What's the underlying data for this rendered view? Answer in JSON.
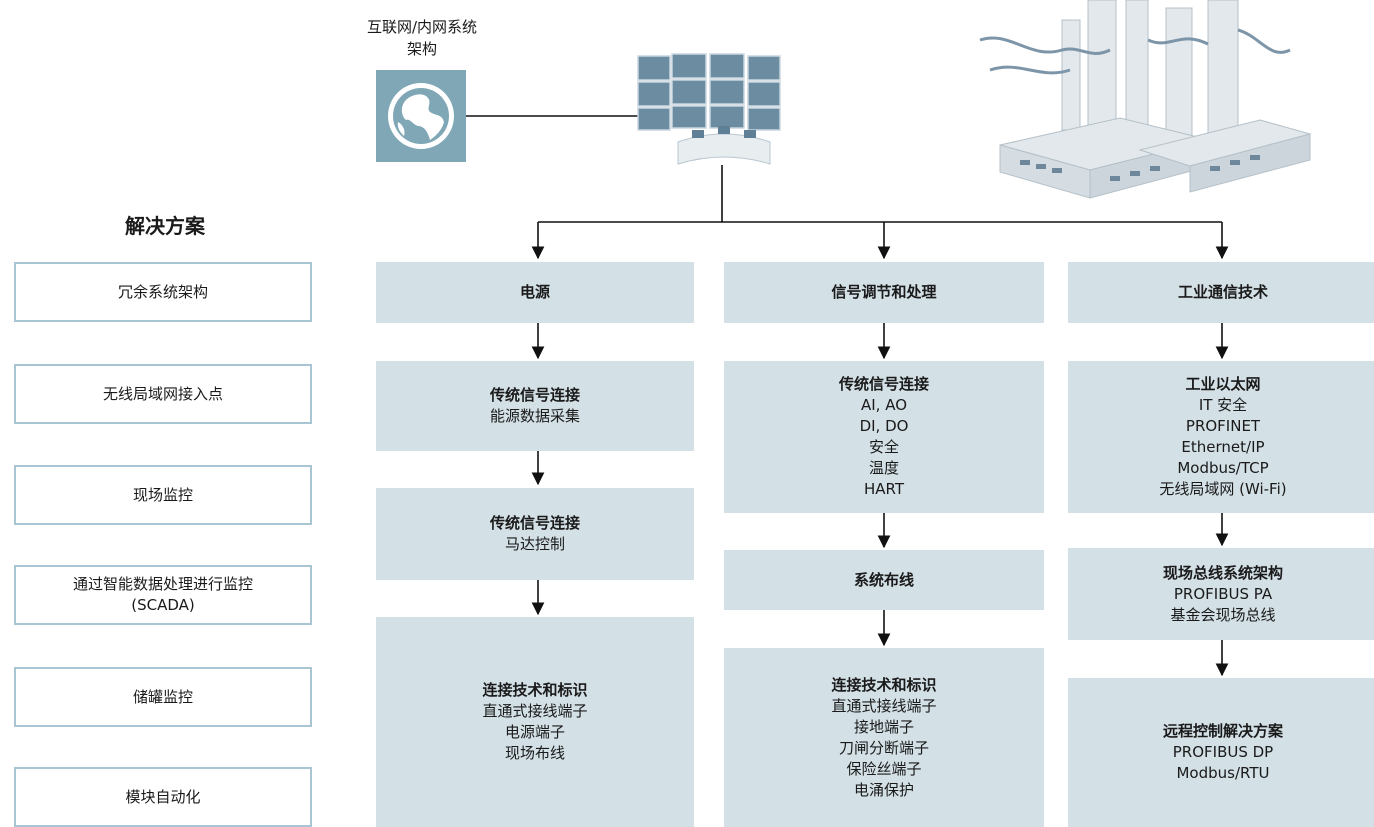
{
  "network": {
    "label_line1": "互联网/内网系统",
    "label_line2": "架构"
  },
  "solutions": {
    "title": "解决方案",
    "items": [
      {
        "line1": "冗余系统架构"
      },
      {
        "line1": "无线局域网接入点"
      },
      {
        "line1": "现场监控"
      },
      {
        "line1": "通过智能数据处理进行监控",
        "line2": "(SCADA)"
      },
      {
        "line1": "储罐监控"
      },
      {
        "line1": "模块自动化"
      }
    ]
  },
  "columns": [
    {
      "header": "电源",
      "boxes": [
        {
          "title": "传统信号连接",
          "lines": [
            "能源数据采集"
          ]
        },
        {
          "title": "传统信号连接",
          "lines": [
            "马达控制"
          ]
        },
        {
          "title": "连接技术和标识",
          "lines": [
            "直通式接线端子",
            "电源端子",
            "现场布线"
          ]
        }
      ]
    },
    {
      "header": "信号调节和处理",
      "boxes": [
        {
          "title": "传统信号连接",
          "lines": [
            "AI, AO",
            "DI, DO",
            "安全",
            "温度",
            "HART"
          ]
        },
        {
          "title": "系统布线",
          "lines": []
        },
        {
          "title": "连接技术和标识",
          "lines": [
            "直通式接线端子",
            "接地端子",
            "刀闸分断端子",
            "保险丝端子",
            "电涌保护"
          ]
        }
      ]
    },
    {
      "header": "工业通信技术",
      "boxes": [
        {
          "title": "工业以太网",
          "lines": [
            "IT 安全",
            "PROFINET",
            "Ethernet/IP",
            "Modbus/TCP",
            "无线局域网 (Wi-Fi)"
          ]
        },
        {
          "title": "现场总线系统架构",
          "lines": [
            "PROFIBUS PA",
            "基金会现场总线"
          ]
        },
        {
          "title": "远程控制解决方案",
          "lines": [
            "PROFIBUS DP",
            "Modbus/RTU"
          ]
        }
      ]
    }
  ],
  "colors": {
    "box_fill": "#d3e0e6",
    "button_border": "#a9c5d4",
    "globe_fill": "#7fa7b6",
    "line": "#111111"
  }
}
